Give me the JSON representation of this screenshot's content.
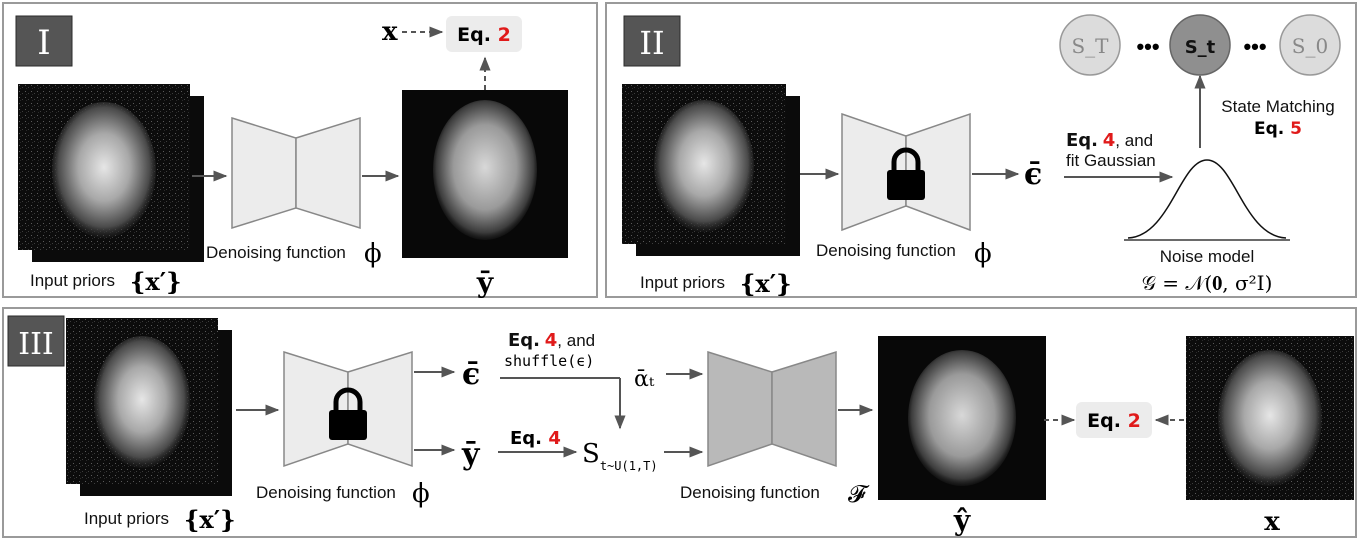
{
  "panels": {
    "one": {
      "badge": "I",
      "input_label": "Input priors",
      "input_math": "{x′}",
      "network_label": "Denoising function",
      "phi": "ϕ",
      "output_symbol": "ȳ",
      "x_symbol": "x",
      "eq_prefix": "Eq.",
      "eq_number": "2"
    },
    "two": {
      "badge": "II",
      "input_label": "Input priors",
      "input_math": "{x′}",
      "network_label": "Denoising function",
      "phi": "ϕ",
      "epsilon_symbol": "ϵ̄",
      "fit_eq_prefix": "Eq.",
      "fit_eq_number": "4",
      "fit_eq_suffix": ", and",
      "fit_line2": "fit Gaussian",
      "states": [
        "S_T",
        "S_t",
        "S_0"
      ],
      "ellipsis": "•••",
      "state_matching_label": "State Matching",
      "state_eq_prefix": "Eq.",
      "state_eq_number": "5",
      "noise_model_label": "Noise model",
      "noise_model_formula": "𝒢 = 𝒩(𝟎, σ²I)"
    },
    "three": {
      "badge": "III",
      "input_label": "Input priors",
      "input_math": "{x′}",
      "network_label": "Denoising function",
      "phi": "ϕ",
      "epsilon_symbol": "ϵ̄",
      "y_symbol": "ȳ",
      "shuffle_eq_prefix": "Eq.",
      "shuffle_eq_number": "4",
      "shuffle_eq_suffix": ", and",
      "shuffle_text": "shuffle(ϵ)",
      "y_eq_prefix": "Eq.",
      "y_eq_number": "4",
      "alpha_symbol": "ᾱₜ",
      "state_symbol": "S",
      "state_subscript": "t~U(1,T)",
      "network2_label": "Denoising function",
      "network2_symbol": "𝓕",
      "output_symbol": "ŷ",
      "target_symbol": "x",
      "eq_prefix": "Eq.",
      "eq_number": "2"
    }
  },
  "colors": {
    "accent_red": "#e01a1a",
    "badge_bg": "#555555",
    "network_fill_light": "#ececec",
    "network_fill_dark": "#b9b9b9",
    "state_fill_light": "#dcdcdc",
    "state_fill_active": "#8f8f8f"
  }
}
